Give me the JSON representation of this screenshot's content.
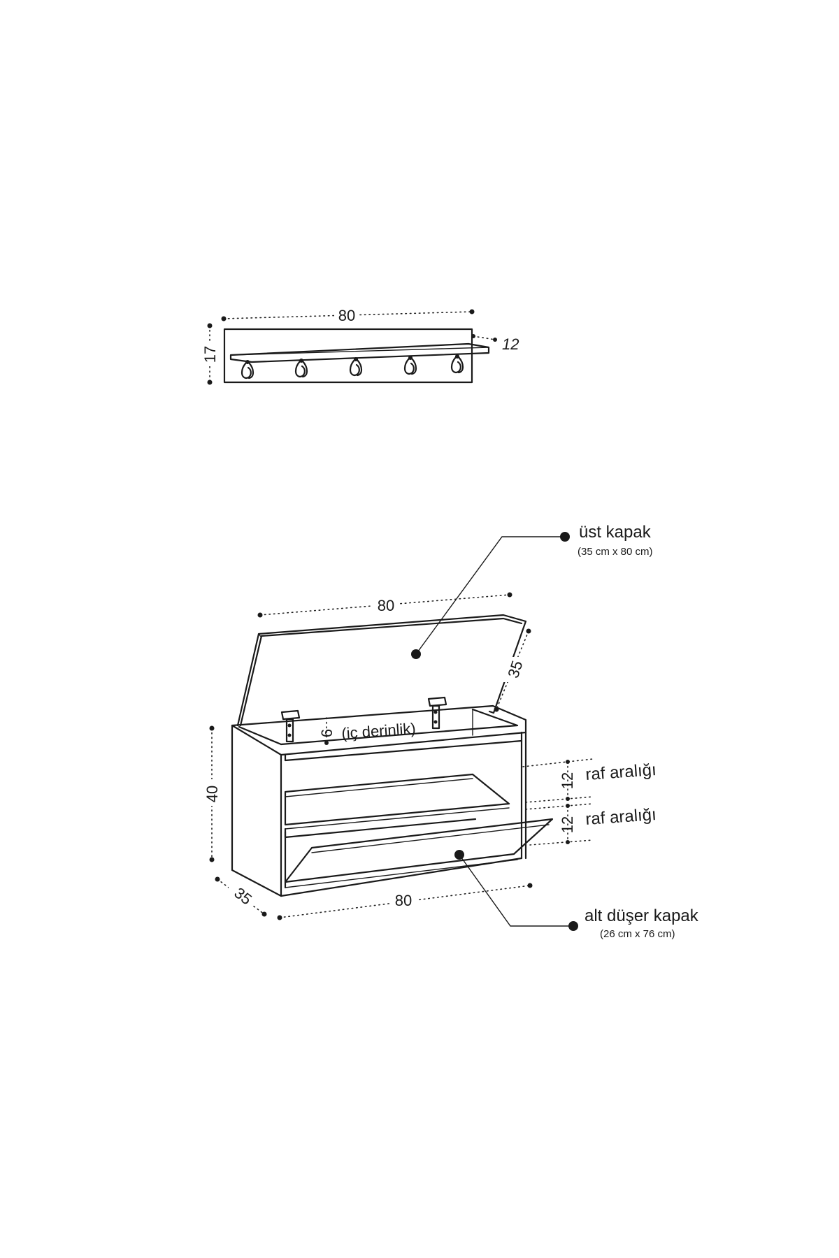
{
  "shelf": {
    "width": "80",
    "height": "17",
    "depth": "12"
  },
  "bench": {
    "lid_width": "80",
    "lid_depth": "35",
    "height": "40",
    "bottom_width": "80",
    "bottom_depth": "35",
    "inner_depth_value": "6",
    "inner_depth_label": "(iç derinlik)",
    "shelf_gap_1_value": "12",
    "shelf_gap_1_label": "raf aralığı",
    "shelf_gap_2_value": "12",
    "shelf_gap_2_label": "raf aralığı"
  },
  "callouts": {
    "top_lid_title": "üst kapak",
    "top_lid_size": "(35 cm x 80 cm)",
    "drop_door_title": "alt düşer kapak",
    "drop_door_size": "(26 cm x 76 cm)"
  }
}
